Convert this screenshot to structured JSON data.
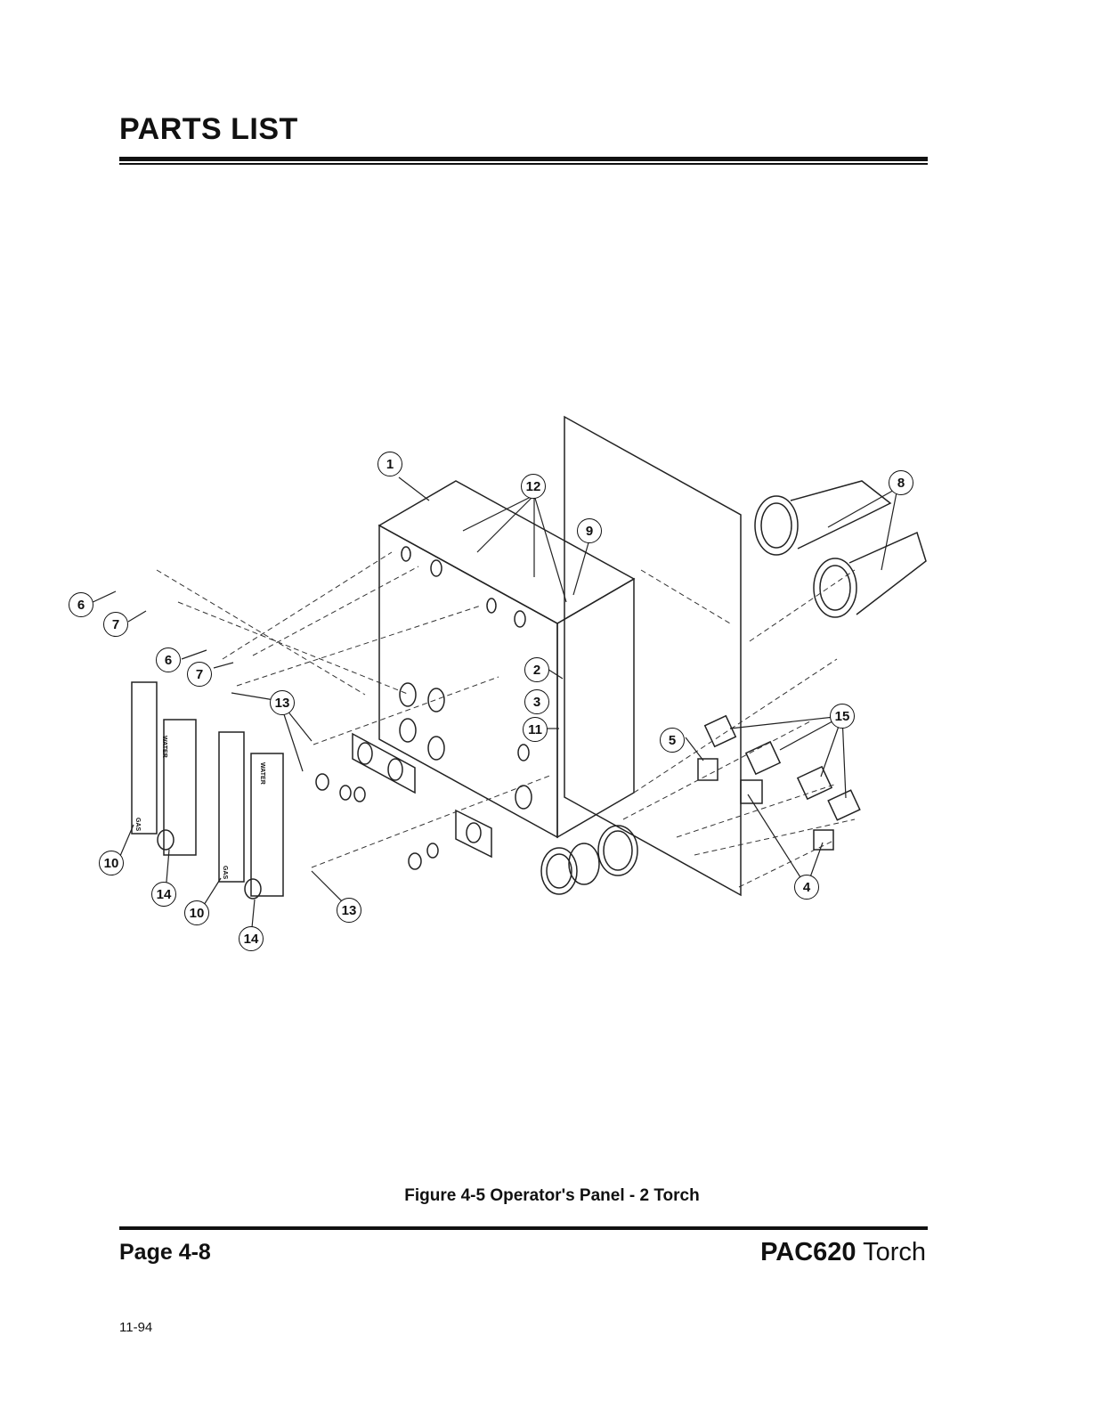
{
  "header": {
    "title": "PARTS LIST"
  },
  "figure": {
    "caption": "Figure  4-5  Operator's Panel - 2 Torch",
    "callouts": [
      "1",
      "2",
      "3",
      "4",
      "5",
      "6",
      "6",
      "7",
      "7",
      "8",
      "9",
      "10",
      "10",
      "11",
      "12",
      "13",
      "13",
      "14",
      "14",
      "15"
    ],
    "flowmeter_labels": [
      "WATER",
      "GAS"
    ]
  },
  "footer": {
    "page": "Page 4-8",
    "product_model": "PAC620",
    "product_word": "Torch",
    "date": "11-94"
  }
}
